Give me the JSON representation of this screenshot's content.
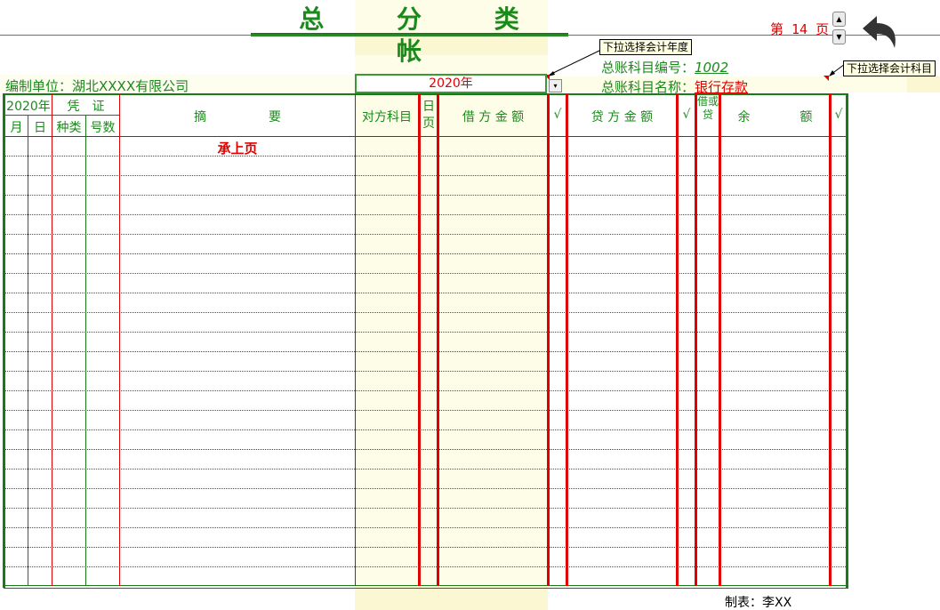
{
  "title": "总 分 类 帐",
  "page": {
    "label": "第 14 页",
    "prev_label": "▲",
    "next_label": "▼"
  },
  "tooltips": {
    "year": "下拉选择会计年度",
    "account": "下拉选择会计科目"
  },
  "account": {
    "number_label": "总账科目编号：",
    "number_value": "1002",
    "name_label": "总账科目名称：",
    "name_value": "银行存款"
  },
  "company": "编制单位：湖北XXXX有限公司",
  "year_select": {
    "value": "2020年",
    "dropdown_icon": "▾"
  },
  "ledger": {
    "headers": {
      "year": "2020年",
      "voucher": "凭　证",
      "month": "月",
      "day": "日",
      "voucher_type": "种类",
      "voucher_no": "号数",
      "summary": "摘　　　　　要",
      "counter_account": "对方科目",
      "journal_page": "日页",
      "debit": "借 方 金 额",
      "check1": "√",
      "credit": "贷 方 金 额",
      "check2": "√",
      "dr_cr": "借或贷",
      "balance": "余　　　　额",
      "check3": "√"
    },
    "rows": [
      {
        "summary": "承上页"
      },
      {},
      {},
      {},
      {},
      {},
      {},
      {},
      {},
      {},
      {},
      {},
      {},
      {},
      {},
      {},
      {},
      {},
      {},
      {},
      {},
      {},
      {}
    ]
  },
  "footer": {
    "prepared_by": "制表：李XX"
  },
  "colors": {
    "green": "#1a7a1a",
    "red": "#e00000",
    "cream": "#fdfde8"
  }
}
